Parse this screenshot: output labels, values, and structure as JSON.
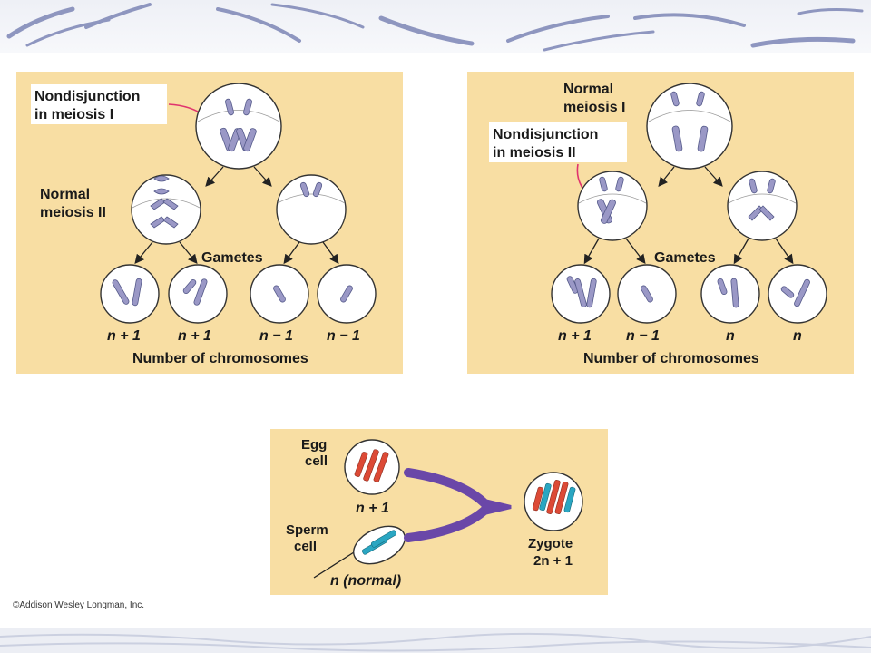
{
  "left": {
    "callout": [
      "Nondisjunction",
      "in meiosis I"
    ],
    "normal": [
      "Normal",
      "meiosis II"
    ],
    "gametes": "Gametes",
    "counts": [
      "n + 1",
      "n + 1",
      "n − 1",
      "n − 1"
    ],
    "axis": "Number of chromosomes"
  },
  "right": {
    "normal": [
      "Normal",
      "meiosis I"
    ],
    "callout": [
      "Nondisjunction",
      "in meiosis II"
    ],
    "gametes": "Gametes",
    "counts": [
      "n + 1",
      "n − 1",
      "n",
      "n"
    ],
    "axis": "Number of chromosomes"
  },
  "bottom": {
    "egg": [
      "Egg",
      "cell"
    ],
    "egg_count": "n + 1",
    "sperm": [
      "Sperm",
      "cell"
    ],
    "sperm_count": "n (normal)",
    "zygote": [
      "Zygote",
      "2n + 1"
    ]
  },
  "copyright": "©Addison Wesley Longman, Inc.",
  "colors": {
    "panel": "#f8dea3",
    "chromosome": "#9a98c6",
    "egg_chromosome": "#dc4a36",
    "sperm_chromosome": "#2aa6c2",
    "merge_arrow": "#6a47a8",
    "callout_arrow": "#e0336e"
  }
}
